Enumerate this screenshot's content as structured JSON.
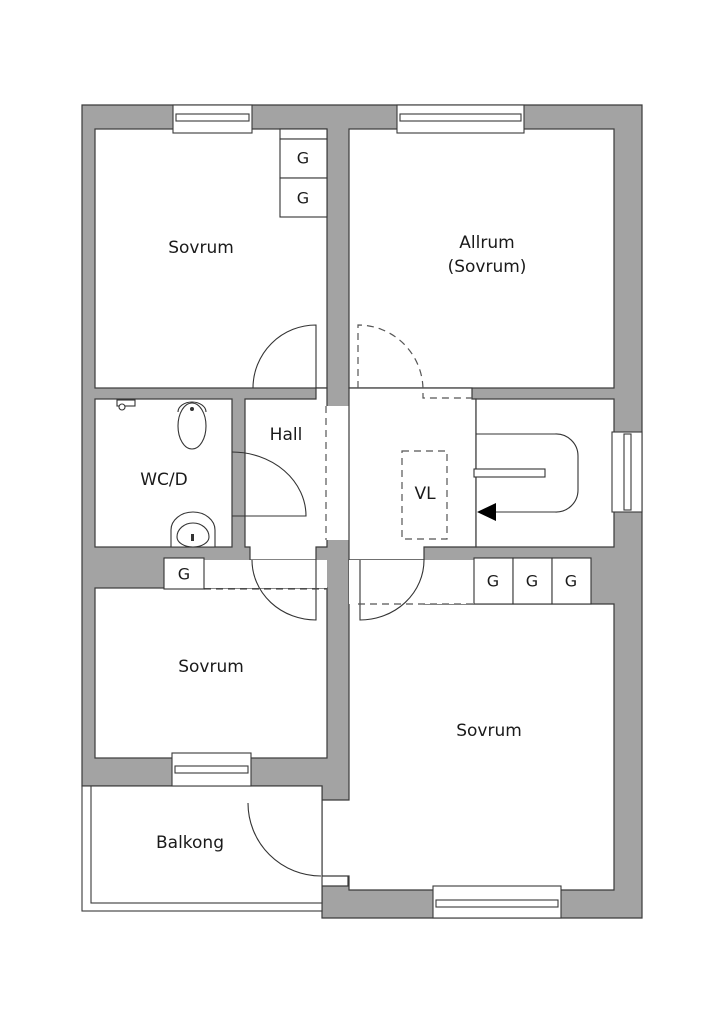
{
  "floorplan": {
    "rooms": {
      "bedroom_top_left": "Sovrum",
      "allrum_line1": "Allrum",
      "allrum_line2": "(Sovrum)",
      "hall": "Hall",
      "wc": "WC/D",
      "vl": "VL",
      "bedroom_mid_left": "Sovrum",
      "bedroom_bottom_right": "Sovrum",
      "balcony": "Balkong"
    },
    "wardrobes": {
      "label": "G",
      "top_left": [
        "G",
        "G"
      ],
      "wc_below": [
        "G"
      ],
      "right_row": [
        "G",
        "G",
        "G"
      ]
    },
    "colors": {
      "wall": "#a3a3a3",
      "line": "#333333",
      "background": "#ffffff"
    }
  }
}
